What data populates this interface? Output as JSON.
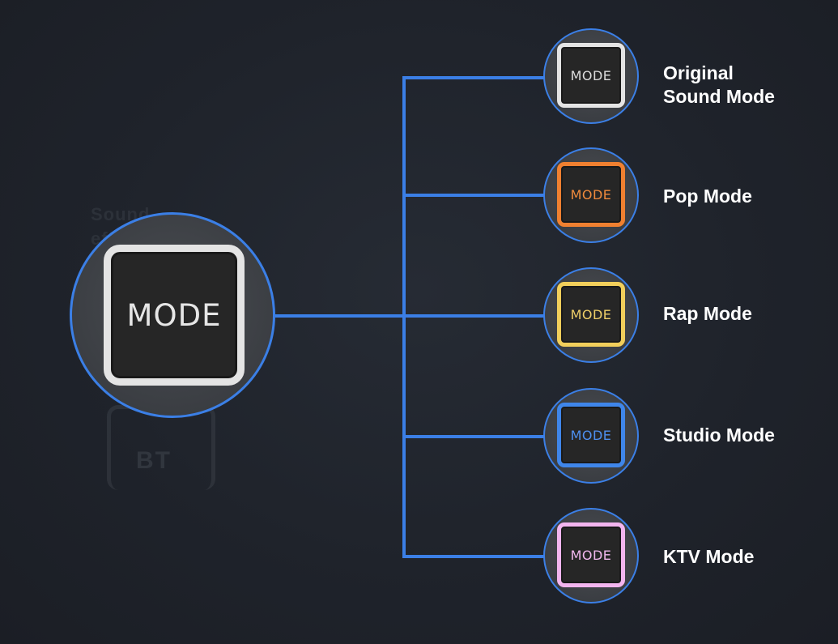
{
  "background_text": {
    "ghost_label": "Sound\neffect",
    "ghost_button": "BT"
  },
  "main": {
    "key_label": "MODE"
  },
  "colors": {
    "line": "#3b7fe6",
    "original": "#e4e4e4",
    "pop": "#f08030",
    "rap": "#f2cf5b",
    "studio": "#3f86ea",
    "ktv": "#f3b5ef"
  },
  "modes": [
    {
      "key_label": "MODE",
      "label": "Original\nSound Mode",
      "color": "#e4e4e4"
    },
    {
      "key_label": "MODE",
      "label": "Pop Mode",
      "color": "#f08030"
    },
    {
      "key_label": "MODE",
      "label": "Rap Mode",
      "color": "#f2cf5b"
    },
    {
      "key_label": "MODE",
      "label": "Studio Mode",
      "color": "#3f86ea"
    },
    {
      "key_label": "MODE",
      "label": "KTV Mode",
      "color": "#f3b5ef"
    }
  ]
}
